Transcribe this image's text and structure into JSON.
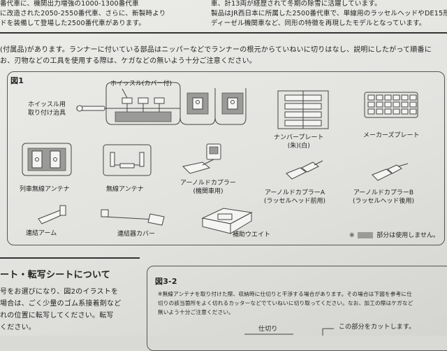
{
  "top_text": {
    "line1_left": "番代車に、機関出力増強の1000-1300番代車",
    "line2_left": "に改造された2050-2550番代車、さらに、新製時より",
    "line3_left": "ドを装備して登場した2500番代車があります。",
    "line1_right": "車、計13両が経歴されて冬期の除雪に活躍しています。",
    "line2_right": "製品はJR西日本に所属した2500番代車で、単線用のラッセルヘッドやDE15形",
    "line3_right": "ディーゼル機関車など、同形の特徴を再現したモデルとなっています。"
  },
  "intro": {
    "line1": "(付属品)があります。ランナーに付いている部品はニッパーなどでランナーの根元からていねいに切りはなし、説明にしたがって順番に",
    "line2": "お、刃物などの工具を使用する際は、ケガなどの無いよう十分ご注意ください。"
  },
  "figure1": {
    "title": "図1",
    "labels": {
      "whistle_jig": "ホイッスル用\n取り付け治具",
      "whistle": "ホイッスル(カバー付)",
      "number_plate": "ナンバープレート\n(朱)(白)",
      "maker_plate": "メーカーズプレート",
      "train_antenna": "列車無線アンテナ",
      "radio_antenna": "無線アンテナ",
      "arnold_loco": "アーノルドカプラー\n(機関車用)",
      "arnold_a": "アーノルドカプラーA\n(ラッセルヘッド前用)",
      "arnold_b": "アーノルドカプラーB\n(ラッセルヘッド後用)",
      "coupling_arm": "連結アーム",
      "coupler_cover": "連結器カバー",
      "aux_weight": "補助ウエイト",
      "unused_prefix": "※",
      "unused_suffix": "部分は使用しません。"
    }
  },
  "lower_left": {
    "heading": "ート・転写シートについて",
    "line1": "号をお選びになり、図2のイラストを",
    "line2": "場合は、ごく少量のゴム系接着剤など",
    "line3": "れの位置に転写してください。転写",
    "line4": "ください。"
  },
  "figure32": {
    "title": "図3-2",
    "note1": "※無線アンテナを取り付けた際、収納時に仕切りと干渉する場合があります。その場合は下図を参考に仕",
    "note2": "切りの該当箇所をよく切れるカッターなどでていねいに切り取ってください。なお、加工の際はケガなど",
    "note3": "無いよう十分ご注意ください。",
    "partition_label": "仕切り",
    "cut_label": "この部分をカットします。"
  }
}
